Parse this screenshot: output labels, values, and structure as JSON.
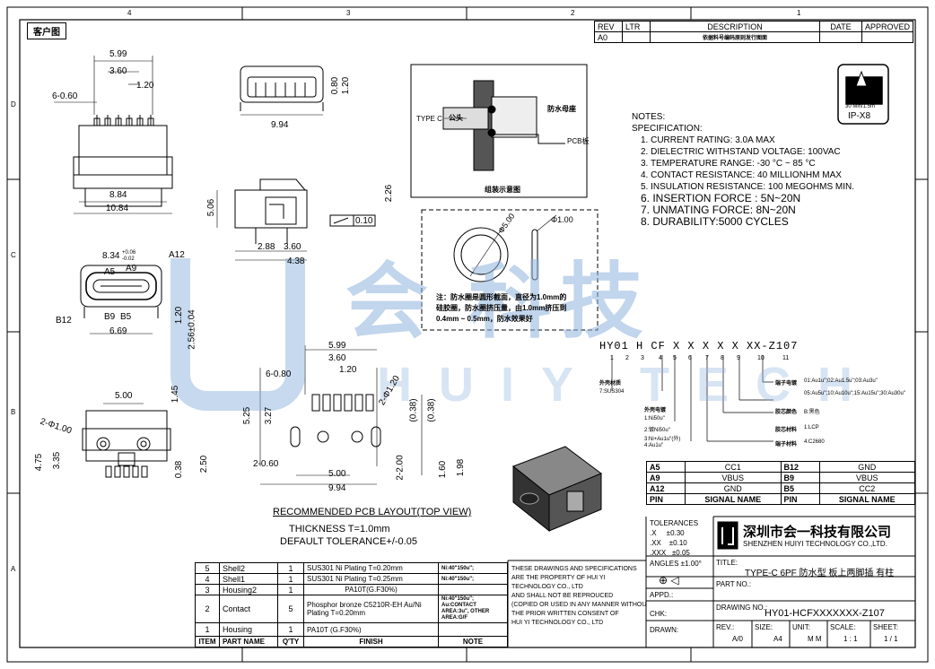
{
  "header": {
    "customer_label": "客户图",
    "rev_table": {
      "headers": [
        "REV",
        "LTR",
        "DESCRIPTION",
        "DATE",
        "APPROVED"
      ],
      "row": [
        "A0",
        "",
        "依据料号编码原则发行图面",
        "",
        ""
      ]
    },
    "grid_cols": [
      "4",
      "3",
      "2",
      "1"
    ],
    "grid_rows": [
      "D",
      "C",
      "B",
      "A"
    ]
  },
  "rating_badge": {
    "top": "30 Min/1.5m",
    "main": "IP-X8"
  },
  "notes": {
    "title": "NOTES:",
    "subtitle": "SPECIFICATION:",
    "items": [
      "1. CURRENT RATING: 3.0A MAX",
      "2. DIELECTRIC WITHSTAND VOLTAGE: 100VAC",
      "3. TEMPERATURE RANGE: -30 °C ~ 85 °C",
      "4. CONTACT RESISTANCE: 40 MILLIONHM MAX",
      "5. INSULATION RESISTANCE: 100 MEGOHMS MIN.",
      "6. INSERTION FORCE : 5N~20N",
      "7. UNMATING FORCE: 8N~20N",
      "8. DURABILITY:5000 CYCLES"
    ]
  },
  "dims": {
    "top_view": [
      "5.99",
      "3.60",
      "1.20",
      "6-0.60",
      "8.84",
      "10.84"
    ],
    "side_view": [
      "0.80",
      "1.20",
      "9.94"
    ],
    "profile": [
      "5.06",
      "2.26",
      "0.10",
      "2.88",
      "3.60",
      "4.38"
    ],
    "front": [
      "8.34",
      "+0.06",
      "-0.02",
      "A12",
      "A5",
      "A9",
      "B12",
      "B9",
      "B5",
      "6.69",
      "1.20",
      "2.56±0.04"
    ],
    "bottom": [
      "5.00",
      "1.45",
      "2-Φ1.00",
      "4.75",
      "3.35",
      "0.38",
      "2.50"
    ],
    "pcb": [
      "5.99",
      "3.60",
      "1.20",
      "6-0.80",
      "2-Φ1.20",
      "5.25",
      "3.27",
      "(0.38)",
      "(0.38)",
      "2-0.60",
      "5.00",
      "2-2.00",
      "1.60",
      "1.98",
      "9.94"
    ]
  },
  "waterproof_diagram": {
    "type_c_label": "TYPE C",
    "male_label": "公头",
    "seat_label": "防水母座",
    "pcb_label": "PCB板",
    "caption": "组装示意图"
  },
  "ring_diagram": {
    "outer_dim": "Φ5.00",
    "inner_dim": "Φ1.00",
    "note_line1": "注：防水圈是圆形截面，直径为1.0mm的",
    "note_line2": "硅胶圈，防水圈挤压量，由1.0mm挤压到",
    "note_line3": "0.4mm ~ 0.5mm，防水效果好"
  },
  "part_code": {
    "code": "HY01  H  CF X  X  X  X  X  XX-Z107",
    "positions": [
      "1",
      "2",
      "3",
      "4",
      "5",
      "6",
      "7",
      "8",
      "9",
      "10",
      "11"
    ],
    "legend": [
      "外壳材质",
      "7:SUS304",
      "外壳电镀",
      "1:Ni50u\"",
      "2:镀Ni50u\"",
      "3:Ni+Au1u\"(外)",
      "4:Au1u\"",
      "端子电镀",
      "01:Au1u\";02:Au1.5u\";03:Au3u\"",
      "05:Au5u\";10:Au10u\";15:Au15u\";30:Au30u\"",
      "胶芯颜色",
      "B:黑色",
      "胶芯材料",
      "1:LCP",
      "端子材料",
      "4:C2680"
    ]
  },
  "pin_table": {
    "rows": [
      [
        "A5",
        "CC1",
        "B12",
        "GND"
      ],
      [
        "A9",
        "VBUS",
        "B9",
        "VBUS"
      ],
      [
        "A12",
        "GND",
        "B5",
        "CC2"
      ],
      [
        "PIN",
        "SIGNAL NAME",
        "PIN",
        "SIGNAL NAME"
      ]
    ]
  },
  "pcb_caption": {
    "title": "RECOMMENDED PCB LAYOUT(TOP VIEW)",
    "thickness": "THICKNESS T=1.0mm",
    "tolerance": "DEFAULT TOLERANCE+/-0.05"
  },
  "bom": {
    "rows": [
      [
        "5",
        "Shell2",
        "1",
        "SUS301  Ni   Plating  T=0.20mm",
        "Ni:40\"150u\";"
      ],
      [
        "4",
        "Shell1",
        "1",
        "SUS301  Ni   Plating  T=0.25mm",
        "Ni:40\"150u\";"
      ],
      [
        "3",
        "Housing2",
        "1",
        "PA10T(G.F30%)",
        ""
      ],
      [
        "2",
        "Contact",
        "5",
        "Phosphor bronze C5210R-EH Au/Ni  Plating  T=0.20mm",
        "Ni:40\"150u\"; Au:CONTACT AREA:3u\", OTHER AREA:G/F"
      ],
      [
        "1",
        "Housing",
        "1",
        "PA10T (G.F30%)",
        ""
      ]
    ],
    "headers": [
      "ITEM",
      "PART  NAME",
      "Q'TY",
      "FINISH",
      "NOTE"
    ]
  },
  "disclaimer": [
    "THESE DRAWINGS AND SPECIFICATIONS",
    "ARE THE PROPERTY OF HUI YI",
    "TECHNOLOGY CO., LTD",
    "AND SHALL NOT BE REPROUCED",
    "(COPIED OR USED IN ANY MANNER WITHOU",
    "THE PRIOR WRITTEN CONSENT OF",
    "HUI YI  TECHNOLOGY CO., LTD"
  ],
  "title_block": {
    "tolerances_label": "TOLERANCES",
    "tolerances": [
      ".X     ±0.30",
      ".XX    ±0.10",
      ".XXX   ±0.05",
      "ANGLES ±1.00°"
    ],
    "company_cn": "深圳市会一科技有限公司",
    "company_en": "SHENZHEN HUIYI TECHNOLOGY CO.,LTD.",
    "title_label": "TITLE:",
    "title": "TYPE-C 6PF 防水型 板上两脚插 有柱",
    "part_no_label": "PART NO.:",
    "appd_label": "APPD.:",
    "chk_label": "CHK:",
    "drawn_label": "DRAWN:",
    "drawing_no_label": "DRAWING NO.:",
    "drawing_no": "HY01-HCFXXXXXXX-Z107",
    "rev_label": "REV.:",
    "rev": "A/0",
    "size_label": "SIZE:",
    "size": "A4",
    "unit_label": "UNIT:",
    "unit": "M M",
    "scale_label": "SCALE:",
    "scale": "1 : 1",
    "sheet_label": "SHEET:",
    "sheet": "1 / 1"
  },
  "watermark": {
    "cn": "会 科技",
    "en": "HUIY TECH"
  }
}
